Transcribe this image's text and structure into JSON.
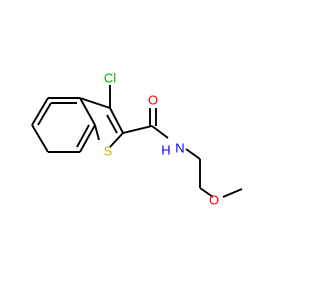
{
  "molecule": {
    "atoms": {
      "cl": {
        "symbol": "Cl",
        "color": "#00b000"
      },
      "o_carbonyl": {
        "symbol": "O",
        "color": "#ff0000"
      },
      "n": {
        "symbol": "N",
        "color": "#0000ff"
      },
      "h": {
        "symbol": "H",
        "color": "#0000ff"
      },
      "s": {
        "symbol": "S",
        "color": "#c9b200"
      },
      "o_ether": {
        "symbol": "O",
        "color": "#ff0000"
      }
    }
  }
}
